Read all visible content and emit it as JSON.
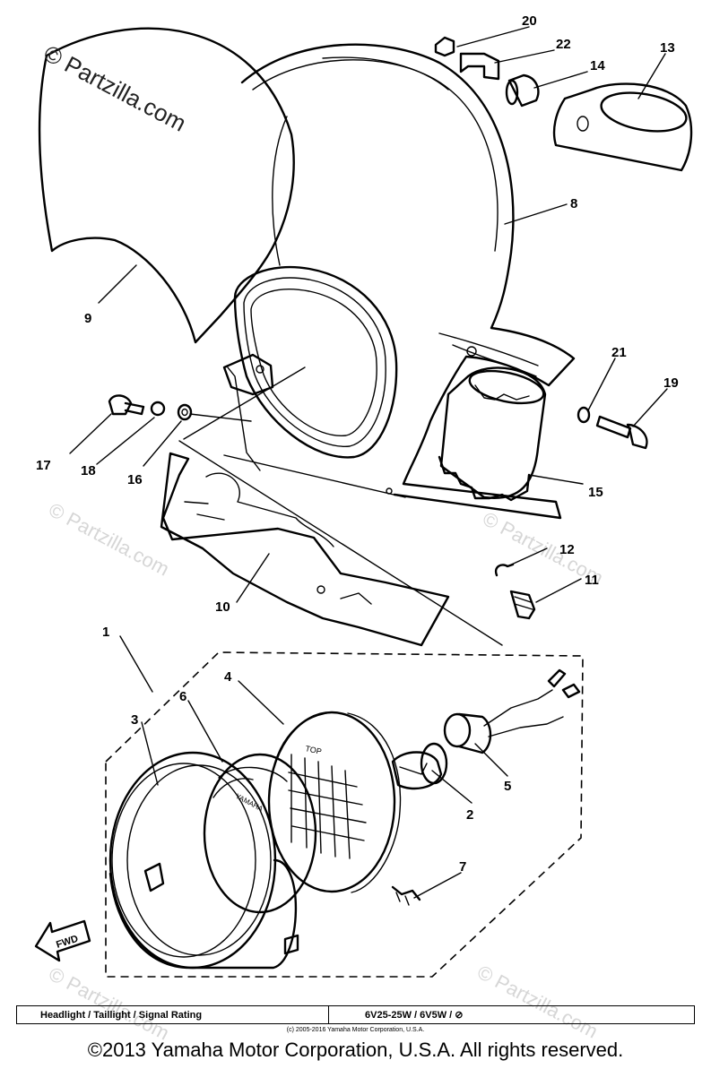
{
  "watermark": {
    "main": "© Partzilla.com",
    "faint": "© Partzilla.com"
  },
  "callouts": [
    {
      "id": "1",
      "label": "1"
    },
    {
      "id": "2",
      "label": "2"
    },
    {
      "id": "3",
      "label": "3"
    },
    {
      "id": "4",
      "label": "4"
    },
    {
      "id": "5",
      "label": "5"
    },
    {
      "id": "6",
      "label": "6"
    },
    {
      "id": "7",
      "label": "7"
    },
    {
      "id": "8",
      "label": "8"
    },
    {
      "id": "9",
      "label": "9"
    },
    {
      "id": "10",
      "label": "10"
    },
    {
      "id": "11",
      "label": "11"
    },
    {
      "id": "12",
      "label": "12"
    },
    {
      "id": "13",
      "label": "13"
    },
    {
      "id": "14",
      "label": "14"
    },
    {
      "id": "15",
      "label": "15"
    },
    {
      "id": "16",
      "label": "16"
    },
    {
      "id": "17",
      "label": "17"
    },
    {
      "id": "18",
      "label": "18"
    },
    {
      "id": "19",
      "label": "19"
    },
    {
      "id": "20",
      "label": "20"
    },
    {
      "id": "21",
      "label": "21"
    },
    {
      "id": "22",
      "label": "22"
    }
  ],
  "lens_text": {
    "top": "TOP",
    "brand": "YAMAHA"
  },
  "fwd_label": "FWD",
  "rating": {
    "label": "Headlight / Taillight / Signal Rating",
    "value": "6V25-25W / 6V5W / ⊘"
  },
  "small_copyright": "(c) 2005-2016 Yamaha Motor Corporation, U.S.A.",
  "copyright": "©2013 Yamaha Motor Corporation, U.S.A. All rights reserved."
}
